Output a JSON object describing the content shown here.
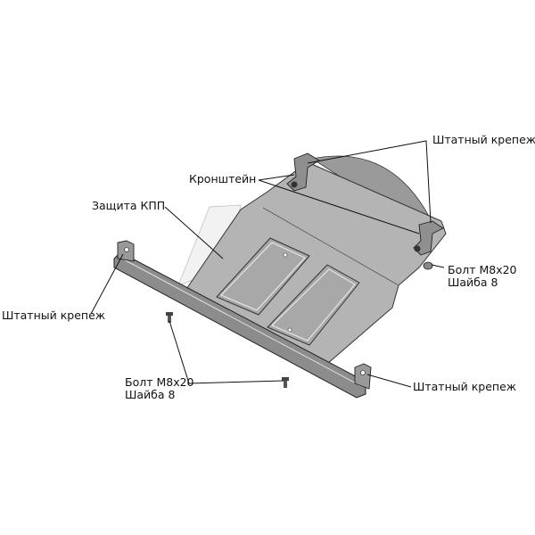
{
  "labels": {
    "standard_fastener_top": "Штатный крепеж",
    "bracket": "Кронштейн",
    "gearbox_guard": "Защита КПП",
    "standard_fastener_left": "Штатный крепеж",
    "bolt_right_line1": "Болт М8х20",
    "bolt_right_line2": "Шайба 8",
    "bolt_bottom_line1": "Болт М8х20",
    "bolt_bottom_line2": "Шайба 8",
    "standard_fastener_bottom": "Штатный крепеж"
  },
  "colors": {
    "plate": "#b4b4b4",
    "dome": "#9a9a9a",
    "frame": "#8c8c8c",
    "outline": "#333333"
  }
}
